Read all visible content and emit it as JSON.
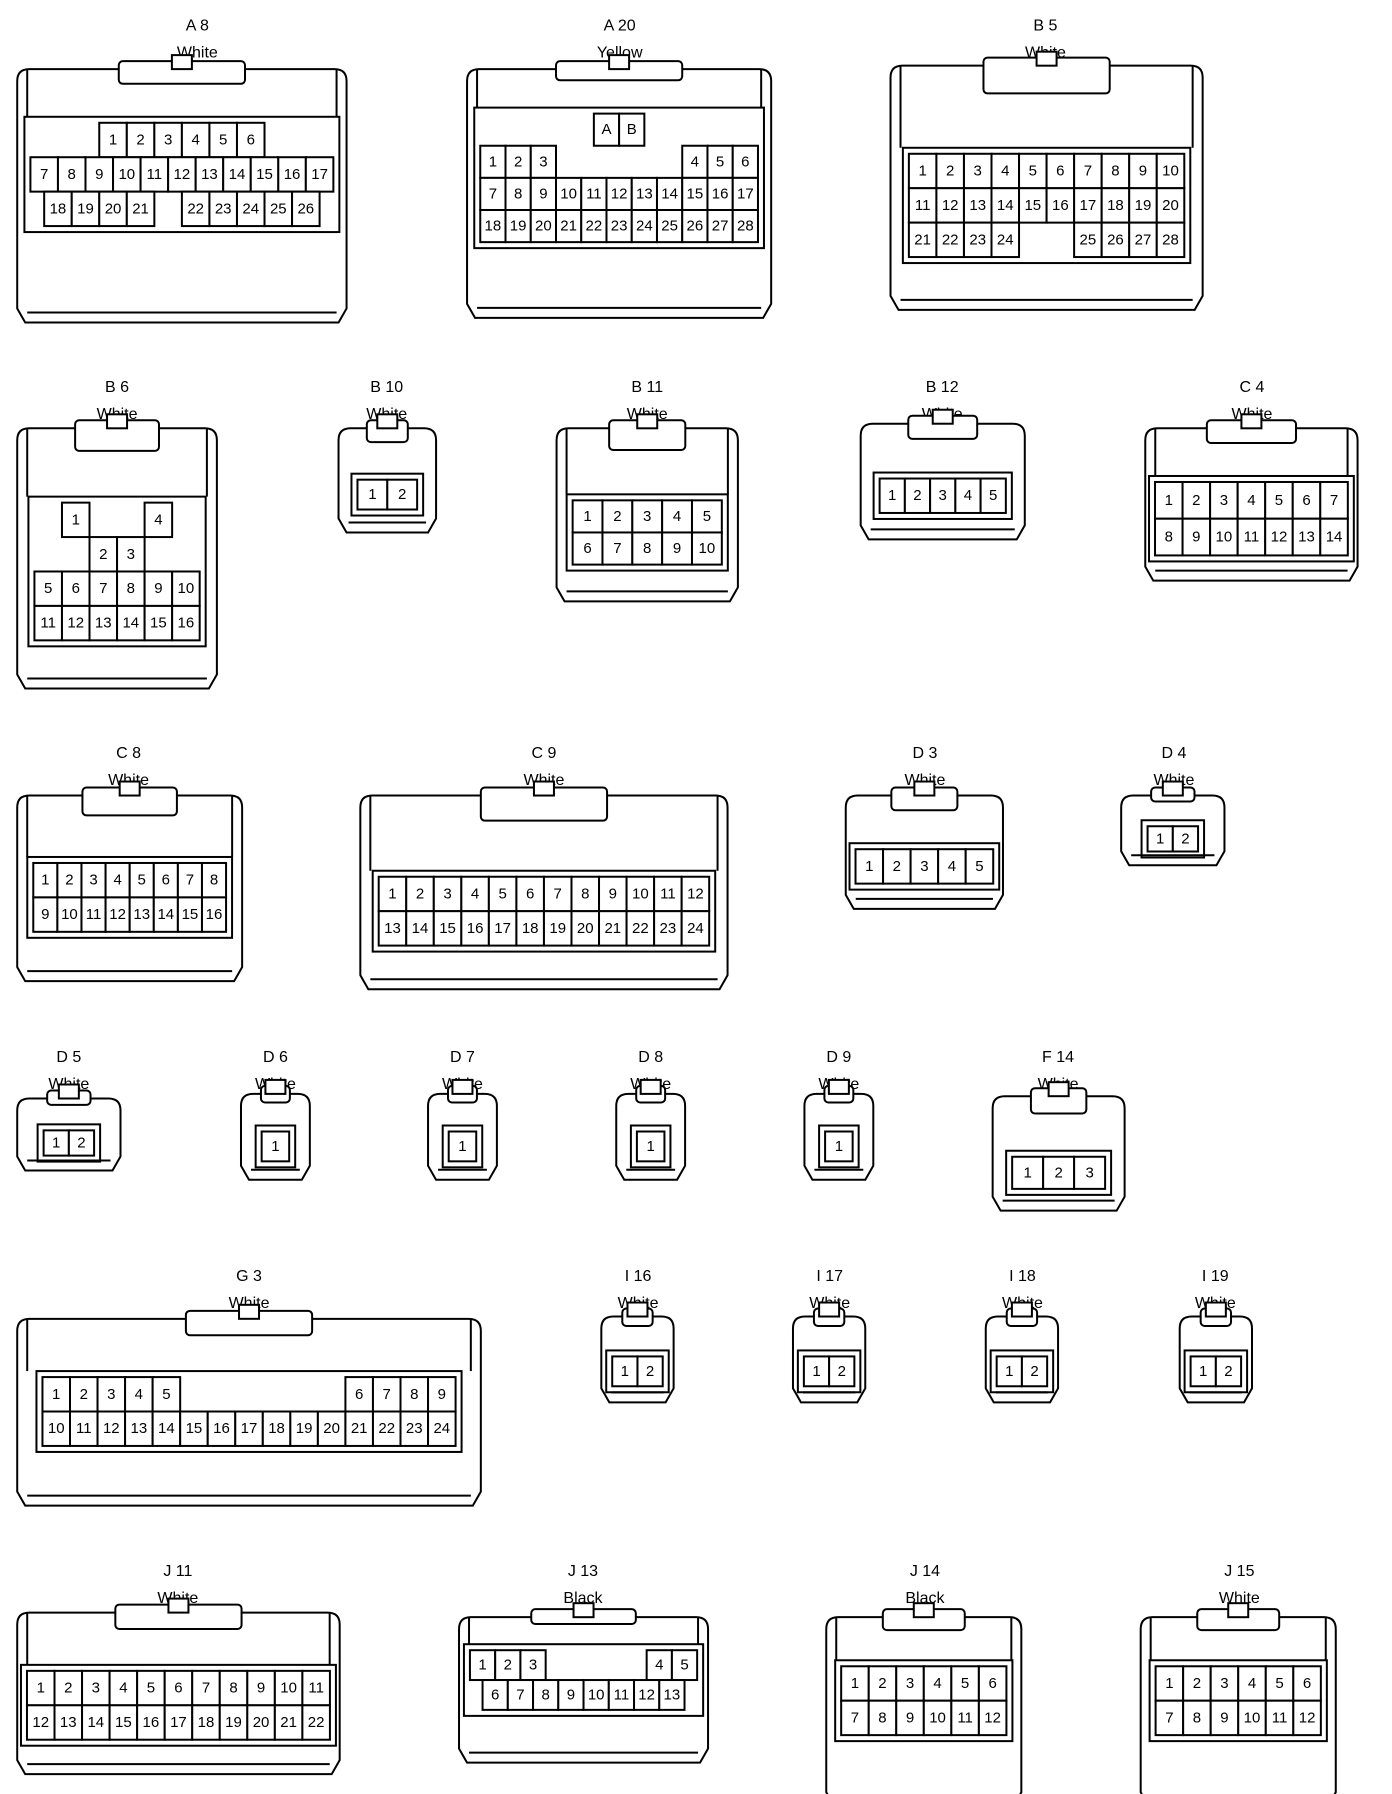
{
  "connectors": [
    {
      "key": "A8",
      "id": "A 8",
      "color": "White",
      "style": "tall",
      "rows": [
        [
          "1",
          "2",
          "3",
          "4",
          "5",
          "6"
        ],
        [
          "7",
          "8",
          "9",
          "10",
          "11",
          "12",
          "13",
          "14",
          "15",
          "16",
          "17"
        ],
        [
          "18",
          "19",
          "20",
          "21",
          "",
          "22",
          "23",
          "24",
          "25",
          "26"
        ]
      ]
    },
    {
      "key": "A20",
      "id": "A 20",
      "color": "Yellow",
      "style": "tall",
      "rows": [
        [
          "A",
          "B"
        ],
        [
          "1",
          "2",
          "3",
          "",
          "",
          "",
          "",
          "",
          "4",
          "5",
          "6"
        ],
        [
          "7",
          "8",
          "9",
          "10",
          "11",
          "12",
          "13",
          "14",
          "15",
          "16",
          "17"
        ],
        [
          "18",
          "19",
          "20",
          "21",
          "22",
          "23",
          "24",
          "25",
          "26",
          "27",
          "28"
        ]
      ]
    },
    {
      "key": "B5",
      "id": "B 5",
      "color": "White",
      "style": "tall",
      "rows": [
        [
          "1",
          "2",
          "3",
          "4",
          "5",
          "6",
          "7",
          "8",
          "9",
          "10"
        ],
        [
          "11",
          "12",
          "13",
          "14",
          "15",
          "16",
          "17",
          "18",
          "19",
          "20"
        ],
        [
          "21",
          "22",
          "23",
          "24",
          "",
          "",
          "25",
          "26",
          "27",
          "28"
        ]
      ]
    },
    {
      "key": "B6",
      "id": "B 6",
      "color": "White",
      "style": "tall",
      "rows": [
        [
          "1",
          "",
          "",
          "4"
        ],
        [
          "",
          "2",
          "3",
          ""
        ],
        [
          "5",
          "6",
          "7",
          "8",
          "9",
          "10"
        ],
        [
          "11",
          "12",
          "13",
          "14",
          "15",
          "16"
        ]
      ]
    },
    {
      "key": "B10",
      "id": "B 10",
      "color": "White",
      "style": "small",
      "rows": [
        [
          "1",
          "2"
        ]
      ]
    },
    {
      "key": "B11",
      "id": "B 11",
      "color": "White",
      "style": "tall",
      "rows": [
        [
          "1",
          "2",
          "3",
          "4",
          "5"
        ],
        [
          "6",
          "7",
          "8",
          "9",
          "10"
        ]
      ]
    },
    {
      "key": "B12",
      "id": "B 12",
      "color": "White",
      "style": "small",
      "rows": [
        [
          "1",
          "2",
          "3",
          "4",
          "5"
        ]
      ]
    },
    {
      "key": "C4",
      "id": "C 4",
      "color": "White",
      "style": "tall",
      "rows": [
        [
          "1",
          "2",
          "3",
          "4",
          "5",
          "6",
          "7"
        ],
        [
          "8",
          "9",
          "10",
          "11",
          "12",
          "13",
          "14"
        ]
      ]
    },
    {
      "key": "C8",
      "id": "C 8",
      "color": "White",
      "style": "tall",
      "rows": [
        [
          "1",
          "2",
          "3",
          "4",
          "5",
          "6",
          "7",
          "8"
        ],
        [
          "9",
          "10",
          "11",
          "12",
          "13",
          "14",
          "15",
          "16"
        ]
      ]
    },
    {
      "key": "C9",
      "id": "C 9",
      "color": "White",
      "style": "tall",
      "rows": [
        [
          "1",
          "2",
          "3",
          "4",
          "5",
          "6",
          "7",
          "8",
          "9",
          "10",
          "11",
          "12"
        ],
        [
          "13",
          "14",
          "15",
          "16",
          "17",
          "18",
          "19",
          "20",
          "21",
          "22",
          "23",
          "24"
        ]
      ]
    },
    {
      "key": "D3",
      "id": "D 3",
      "color": "White",
      "style": "small",
      "rows": [
        [
          "1",
          "2",
          "3",
          "4",
          "5"
        ]
      ]
    },
    {
      "key": "D4",
      "id": "D 4",
      "color": "White",
      "style": "small",
      "rows": [
        [
          "1",
          "2"
        ]
      ]
    },
    {
      "key": "D5",
      "id": "D 5",
      "color": "White",
      "style": "small",
      "rows": [
        [
          "1",
          "2"
        ]
      ]
    },
    {
      "key": "D6",
      "id": "D 6",
      "color": "White",
      "style": "small",
      "rows": [
        [
          "1"
        ]
      ]
    },
    {
      "key": "D7",
      "id": "D 7",
      "color": "White",
      "style": "small",
      "rows": [
        [
          "1"
        ]
      ]
    },
    {
      "key": "D8",
      "id": "D 8",
      "color": "White",
      "style": "small",
      "rows": [
        [
          "1"
        ]
      ]
    },
    {
      "key": "D9",
      "id": "D 9",
      "color": "White",
      "style": "small",
      "rows": [
        [
          "1"
        ]
      ]
    },
    {
      "key": "F14",
      "id": "F 14",
      "color": "White",
      "style": "small",
      "rows": [
        [
          "1",
          "2",
          "3"
        ]
      ]
    },
    {
      "key": "G3",
      "id": "G 3",
      "color": "White",
      "style": "tall",
      "rows": [
        [
          "1",
          "2",
          "3",
          "4",
          "5",
          "",
          "",
          "",
          "",
          "",
          "",
          "6",
          "7",
          "8",
          "9"
        ],
        [
          "10",
          "11",
          "12",
          "13",
          "14",
          "15",
          "16",
          "17",
          "18",
          "19",
          "20",
          "21",
          "22",
          "23",
          "24"
        ]
      ]
    },
    {
      "key": "I16",
      "id": "I 16",
      "color": "White",
      "style": "small",
      "rows": [
        [
          "1",
          "2"
        ]
      ]
    },
    {
      "key": "I17",
      "id": "I 17",
      "color": "White",
      "style": "small",
      "rows": [
        [
          "1",
          "2"
        ]
      ]
    },
    {
      "key": "I18",
      "id": "I 18",
      "color": "White",
      "style": "small",
      "rows": [
        [
          "1",
          "2"
        ]
      ]
    },
    {
      "key": "I19",
      "id": "I 19",
      "color": "White",
      "style": "small",
      "rows": [
        [
          "1",
          "2"
        ]
      ]
    },
    {
      "key": "J11",
      "id": "J 11",
      "color": "White",
      "style": "tall",
      "rows": [
        [
          "1",
          "2",
          "3",
          "4",
          "5",
          "6",
          "7",
          "8",
          "9",
          "10",
          "11"
        ],
        [
          "12",
          "13",
          "14",
          "15",
          "16",
          "17",
          "18",
          "19",
          "20",
          "21",
          "22"
        ]
      ]
    },
    {
      "key": "J13",
      "id": "J 13",
      "color": "Black",
      "style": "tall",
      "rows": [
        [
          "1",
          "2",
          "3",
          "",
          "",
          "",
          "",
          "4",
          "5"
        ],
        [
          "6",
          "7",
          "8",
          "9",
          "10",
          "11",
          "12",
          "13"
        ]
      ]
    },
    {
      "key": "J14",
      "id": "J 14",
      "color": "Black",
      "style": "tall",
      "rows": [
        [
          "1",
          "2",
          "3",
          "4",
          "5",
          "6"
        ],
        [
          "7",
          "8",
          "9",
          "10",
          "11",
          "12"
        ]
      ]
    },
    {
      "key": "J15",
      "id": "J 15",
      "color": "White",
      "style": "tall",
      "rows": [
        [
          "1",
          "2",
          "3",
          "4",
          "5",
          "6"
        ],
        [
          "7",
          "8",
          "9",
          "10",
          "11",
          "12"
        ]
      ]
    }
  ]
}
